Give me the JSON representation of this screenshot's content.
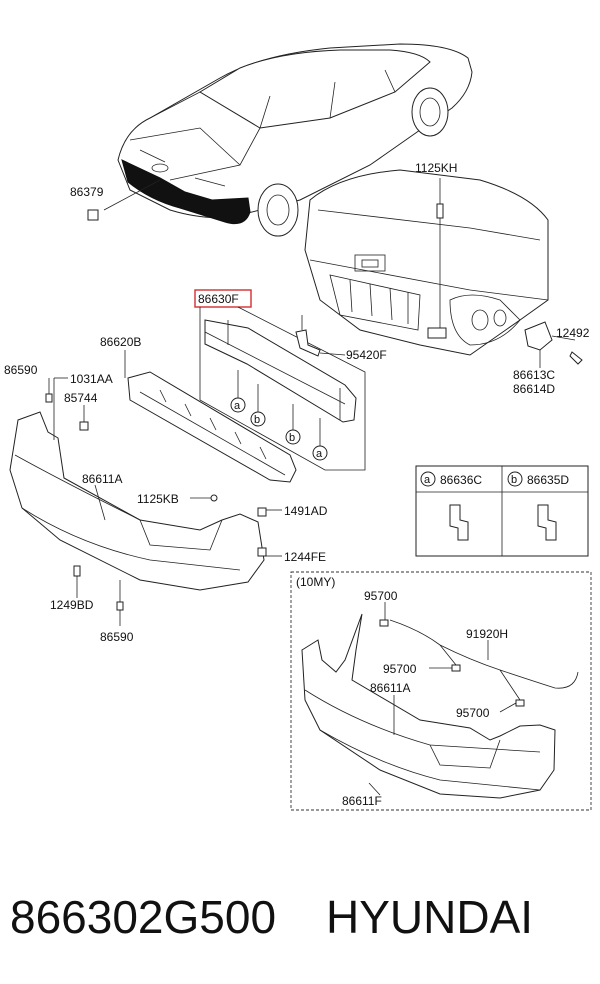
{
  "labels": {
    "p86379": "86379",
    "p1125KH": "1125KH",
    "p86630F": "86630F",
    "p86620B": "86620B",
    "p95420F": "95420F",
    "p12492": "12492",
    "p86613C": "86613C",
    "p86614D": "86614D",
    "p86590_top": "86590",
    "p1031AA": "1031AA",
    "p85744": "85744",
    "p86611A": "86611A",
    "p1125KB": "1125KB",
    "p1491AD": "1491AD",
    "p1244FE": "1244FE",
    "p1249BD": "1249BD",
    "p86590_bottom": "86590",
    "my10": "(10MY)",
    "p95700_a": "95700",
    "p91920H": "91920H",
    "p95700_b": "95700",
    "p86611A_b": "86611A",
    "p95700_c": "95700",
    "p86611F": "86611F"
  },
  "callouts": {
    "a": "a",
    "b": "b"
  },
  "legend": {
    "a_key": "a",
    "a_part": "86636C",
    "b_key": "b",
    "b_part": "86635D"
  },
  "footer": {
    "part_number": "866302G500",
    "brand": "HYUNDAI"
  },
  "colors": {
    "highlight": "#d32f2f",
    "line": "#222222"
  }
}
